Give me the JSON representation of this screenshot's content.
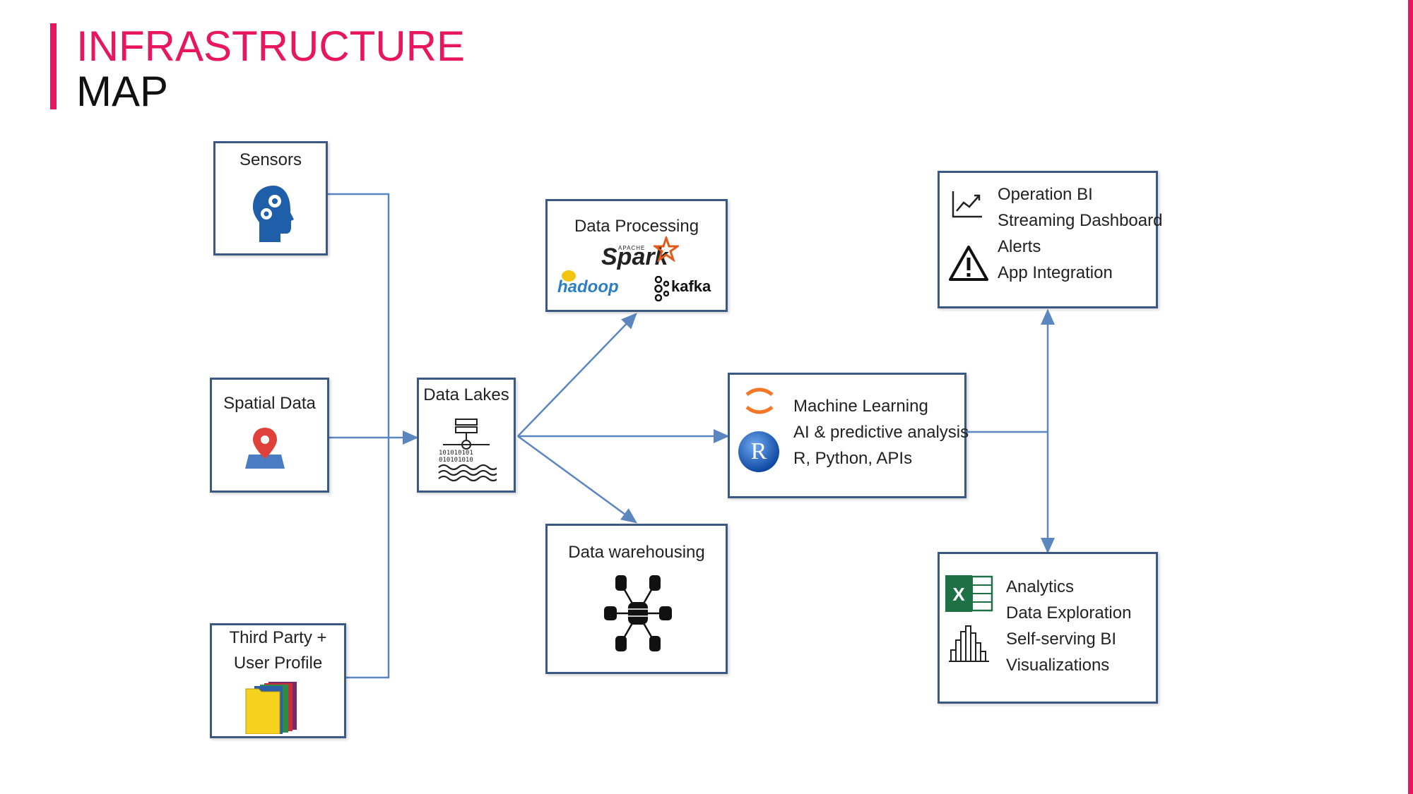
{
  "slide": {
    "title_line1": "INFRASTRUCTURE",
    "title_line2": "MAP",
    "accent_color": "#e8175d"
  },
  "diagram": {
    "line_color": "#5b86c0",
    "sources": [
      {
        "label": "Sensors",
        "icon": "head-gears-icon"
      },
      {
        "label": "Spatial Data",
        "icon": "map-pin-icon"
      },
      {
        "label_line1": "Third Party +",
        "label_line2": "User Profile",
        "icon": "folders-icon"
      }
    ],
    "data_lakes": {
      "label": "Data Lakes",
      "icon": "data-lake-icon"
    },
    "data_processing": {
      "label": "Data Processing",
      "logos": [
        "Spark",
        "hadoop",
        "kafka"
      ],
      "spark_small": "APACHE"
    },
    "data_warehousing": {
      "label": "Data warehousing",
      "icon": "database-network-icon"
    },
    "machine_learning": {
      "lines": [
        "Machine Learning",
        "AI & predictive analysis",
        "R, Python, APIs"
      ],
      "r_logo": "R"
    },
    "operation_bi": {
      "lines": [
        "Operation BI",
        "Streaming Dashboard",
        "Alerts",
        "App Integration"
      ]
    },
    "analytics": {
      "lines": [
        "Analytics",
        "Data Exploration",
        "Self-serving BI",
        "Visualizations"
      ],
      "excel_letter": "X"
    }
  }
}
